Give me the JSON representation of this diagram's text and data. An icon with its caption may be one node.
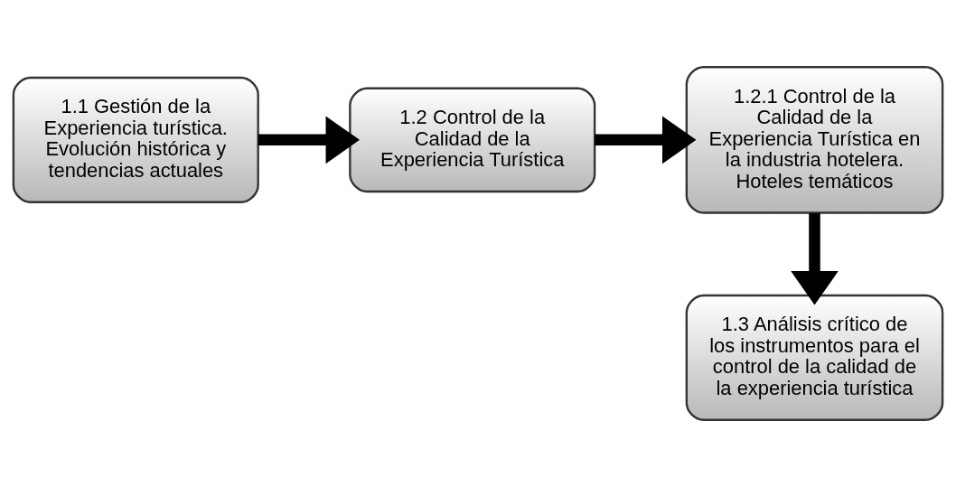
{
  "diagram": {
    "nodes": [
      {
        "text": [
          "1.1 Gestión de la Experiencia turística. Evolución histórica y tendencias actuales"
        ]
      },
      {
        "text": [
          "1.2 Control de la Calidad de la Experiencia Turística"
        ]
      },
      {
        "text": [
          "1.2.1 Control de la Calidad de la Experiencia Turística en la industria hotelera. Hoteles temáticos"
        ]
      },
      {
        "text": [
          "1.3 Análisis crítico de los instrumentos para el control de la calidad de la experiencia turística"
        ]
      }
    ],
    "edges": [
      {
        "from": 0,
        "to": 1,
        "arrow": "to"
      },
      {
        "from": 1,
        "to": 2,
        "arrow": "to"
      },
      {
        "from": 2,
        "to": 3,
        "arrow": "to"
      }
    ]
  }
}
